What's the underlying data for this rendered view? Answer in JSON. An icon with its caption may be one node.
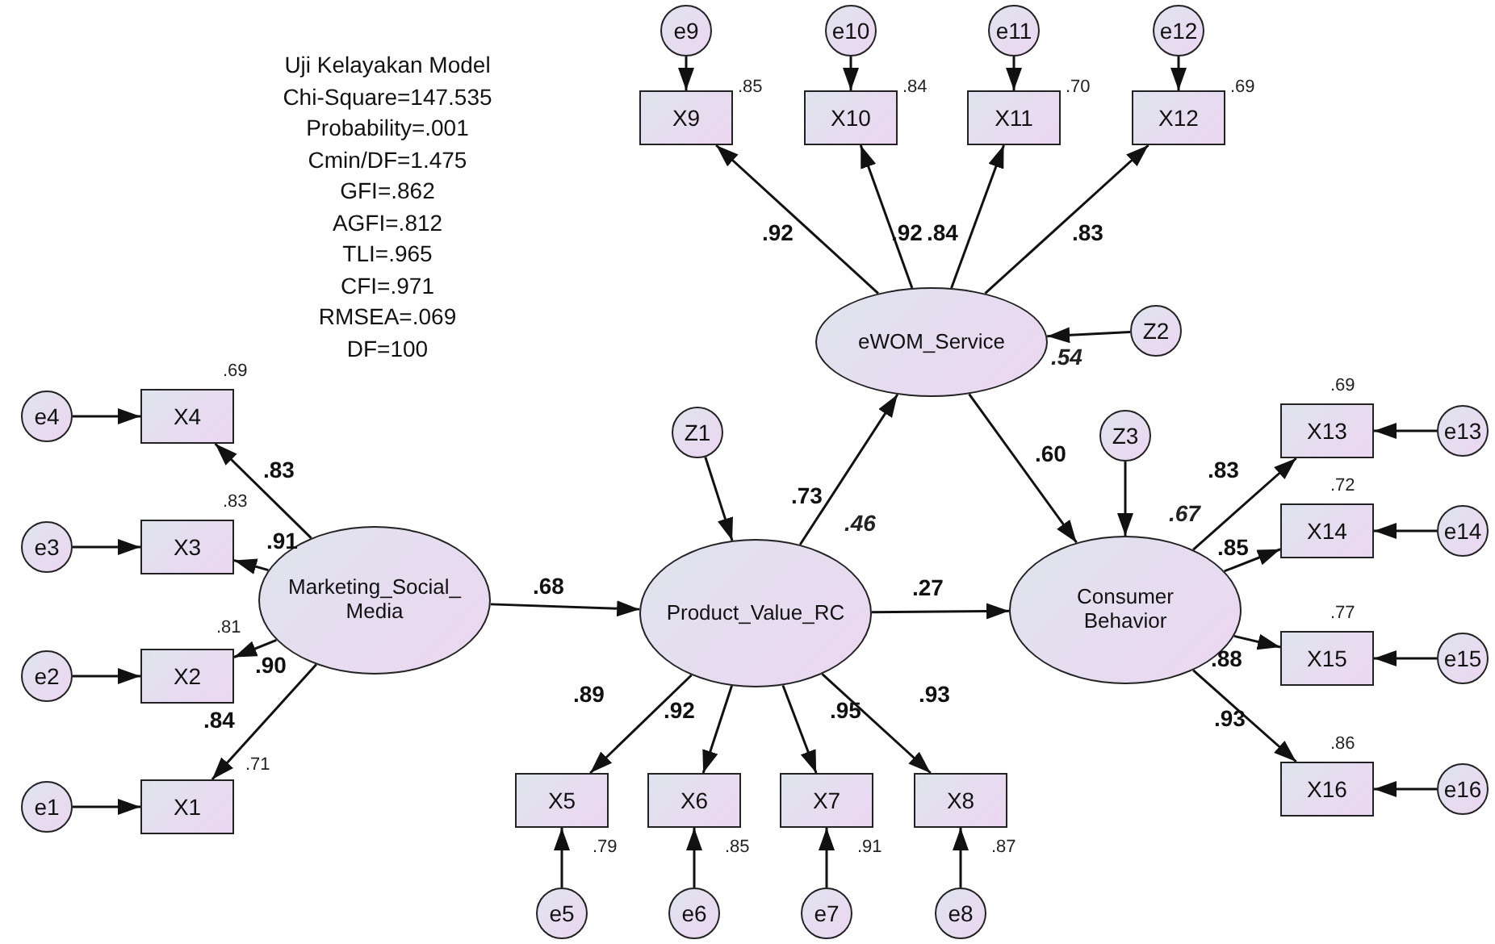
{
  "diagram": {
    "nodes": [
      {
        "text": [
          "Marketing_Social_ Media"
        ]
      },
      {
        "text": [
          "Product_Value_RC"
        ],
        "beside": [
          ".46"
        ]
      },
      {
        "text": [
          "eWOM_Service"
        ],
        "beside": [
          ".54"
        ]
      },
      {
        "text": [
          "Consumer Behavior"
        ],
        "beside": [
          ".67"
        ]
      },
      {
        "text": [
          "X4"
        ],
        "beside": [
          ".69"
        ]
      },
      {
        "text": [
          "X3"
        ],
        "beside": [
          ".83"
        ]
      },
      {
        "text": [
          "X2"
        ],
        "beside": [
          ".81"
        ]
      },
      {
        "text": [
          "X1"
        ],
        "beside": [
          ".71"
        ]
      },
      {
        "text": [
          "X5"
        ],
        "beside": [
          ".79"
        ]
      },
      {
        "text": [
          "X6"
        ],
        "beside": [
          ".85"
        ]
      },
      {
        "text": [
          "X7"
        ],
        "beside": [
          ".91"
        ]
      },
      {
        "text": [
          "X8"
        ],
        "beside": [
          ".87"
        ]
      },
      {
        "text": [
          "X9"
        ],
        "beside": [
          ".85"
        ]
      },
      {
        "text": [
          "X10"
        ],
        "beside": [
          ".84"
        ]
      },
      {
        "text": [
          "X11"
        ],
        "beside": [
          ".70"
        ]
      },
      {
        "text": [
          "X12"
        ],
        "beside": [
          ".69"
        ]
      },
      {
        "text": [
          "X13"
        ],
        "beside": [
          ".69"
        ]
      },
      {
        "text": [
          "X14"
        ],
        "beside": [
          ".72"
        ]
      },
      {
        "text": [
          "X15"
        ],
        "beside": [
          ".77"
        ]
      },
      {
        "text": [
          "X16"
        ],
        "beside": [
          ".86"
        ]
      },
      {
        "text": [
          "e4"
        ]
      },
      {
        "text": [
          "e3"
        ]
      },
      {
        "text": [
          "e2"
        ]
      },
      {
        "text": [
          "e1"
        ]
      },
      {
        "text": [
          "e5"
        ]
      },
      {
        "text": [
          "e6"
        ]
      },
      {
        "text": [
          "e7"
        ]
      },
      {
        "text": [
          "e8"
        ]
      },
      {
        "text": [
          "e9"
        ]
      },
      {
        "text": [
          "e10"
        ]
      },
      {
        "text": [
          "e11"
        ]
      },
      {
        "text": [
          "e12"
        ]
      },
      {
        "text": [
          "e13"
        ]
      },
      {
        "text": [
          "e14"
        ]
      },
      {
        "text": [
          "e15"
        ]
      },
      {
        "text": [
          "e16"
        ]
      },
      {
        "text": [
          "Z1"
        ]
      },
      {
        "text": [
          "Z2"
        ]
      },
      {
        "text": [
          "Z3"
        ]
      }
    ],
    "edges": [
      {
        "from": 0,
        "to": 4,
        "arrow": "to",
        "label": ".83"
      },
      {
        "from": 0,
        "to": 5,
        "arrow": "to",
        "label": ".91"
      },
      {
        "from": 0,
        "to": 6,
        "arrow": "to",
        "label": ".90"
      },
      {
        "from": 0,
        "to": 7,
        "arrow": "to",
        "label": ".84"
      },
      {
        "from": 0,
        "to": 1,
        "arrow": "to",
        "label": ".68"
      },
      {
        "from": 1,
        "to": 8,
        "arrow": "to",
        "label": ".89"
      },
      {
        "from": 1,
        "to": 9,
        "arrow": "to",
        "label": ".92"
      },
      {
        "from": 1,
        "to": 10,
        "arrow": "to",
        "label": ".95"
      },
      {
        "from": 1,
        "to": 11,
        "arrow": "to",
        "label": ".93"
      },
      {
        "from": 1,
        "to": 2,
        "arrow": "to",
        "label": ".73"
      },
      {
        "from": 1,
        "to": 3,
        "arrow": "to",
        "label": ".27"
      },
      {
        "from": 2,
        "to": 12,
        "arrow": "to",
        "label": ".92"
      },
      {
        "from": 2,
        "to": 13,
        "arrow": "to",
        "label": ".92"
      },
      {
        "from": 2,
        "to": 14,
        "arrow": "to",
        "label": ".84"
      },
      {
        "from": 2,
        "to": 15,
        "arrow": "to",
        "label": ".83"
      },
      {
        "from": 2,
        "to": 3,
        "arrow": "to",
        "label": ".60"
      },
      {
        "from": 3,
        "to": 16,
        "arrow": "to",
        "label": ".83"
      },
      {
        "from": 3,
        "to": 17,
        "arrow": "to",
        "label": ".85"
      },
      {
        "from": 3,
        "to": 18,
        "arrow": "to",
        "label": ".88"
      },
      {
        "from": 3,
        "to": 19,
        "arrow": "to",
        "label": ".93"
      },
      {
        "from": 20,
        "to": 4,
        "arrow": "to"
      },
      {
        "from": 21,
        "to": 5,
        "arrow": "to"
      },
      {
        "from": 22,
        "to": 6,
        "arrow": "to"
      },
      {
        "from": 23,
        "to": 7,
        "arrow": "to"
      },
      {
        "from": 24,
        "to": 8,
        "arrow": "to"
      },
      {
        "from": 25,
        "to": 9,
        "arrow": "to"
      },
      {
        "from": 26,
        "to": 10,
        "arrow": "to"
      },
      {
        "from": 27,
        "to": 11,
        "arrow": "to"
      },
      {
        "from": 28,
        "to": 12,
        "arrow": "to"
      },
      {
        "from": 29,
        "to": 13,
        "arrow": "to"
      },
      {
        "from": 30,
        "to": 14,
        "arrow": "to"
      },
      {
        "from": 31,
        "to": 15,
        "arrow": "to"
      },
      {
        "from": 32,
        "to": 16,
        "arrow": "to"
      },
      {
        "from": 33,
        "to": 17,
        "arrow": "to"
      },
      {
        "from": 34,
        "to": 18,
        "arrow": "to"
      },
      {
        "from": 35,
        "to": 19,
        "arrow": "to"
      },
      {
        "from": 36,
        "to": 1,
        "arrow": "to"
      },
      {
        "from": 37,
        "to": 2,
        "arrow": "to"
      },
      {
        "from": 38,
        "to": 3,
        "arrow": "to"
      }
    ],
    "labels": [
      "Uji Kelayakan Model",
      "Chi-Square=147.535",
      "Probability=.001",
      "Cmin/DF=1.475",
      "GFI=.862",
      "AGFI=.812",
      "TLI=.965",
      "CFI=.971",
      "RMSEA=.069",
      "DF=100"
    ]
  }
}
